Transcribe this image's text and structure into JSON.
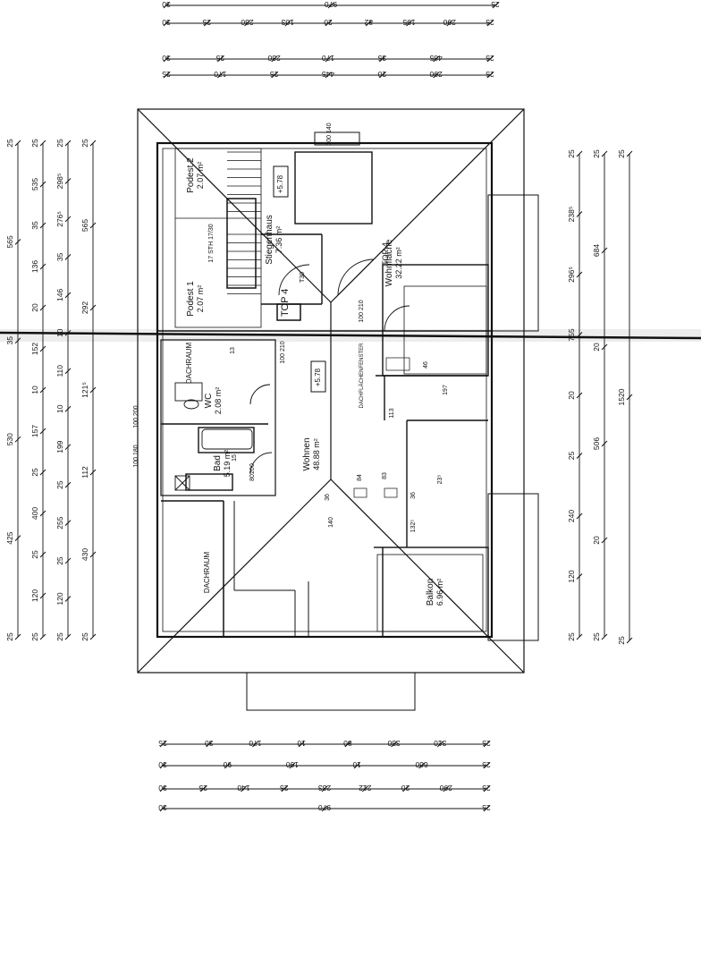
{
  "plan": {
    "top_label": "TOP 4",
    "top_label_right": "TOP 4",
    "rooms": [
      {
        "name": "Podest 2",
        "area": "2.07 m²"
      },
      {
        "name": "Podest 1",
        "area": "2.07 m²"
      },
      {
        "name": "Stiegenhaus",
        "area": "7.36 m²"
      },
      {
        "name": "Wohnen",
        "area": "48.88 m²"
      },
      {
        "name": "WC",
        "area": "2.08 m²"
      },
      {
        "name": "Bad",
        "area": "5.19 m²"
      },
      {
        "name": "Balkon",
        "area": "6.96 m²"
      },
      {
        "name": "DACHRAUM"
      },
      {
        "name": "DACHRAUM"
      },
      {
        "name": "Wohnfläche",
        "area": "32.22 m²"
      }
    ],
    "levels": [
      "+5.78",
      "+5.78"
    ],
    "stair_note": "17 STH 17/30",
    "openings": [
      "100 140",
      "100 210",
      "100 210",
      "100 200",
      "100 180",
      "100 180"
    ],
    "small_dims": [
      "T30",
      "46",
      "113",
      "197",
      "13",
      "83",
      "84",
      "23⁵",
      "36",
      "132⁵",
      "140",
      "36",
      "200",
      "80",
      "15"
    ],
    "dachflaechen_note": "DACHFLÄCHENFENSTER",
    "dims_top": [
      [
        "30",
        "970",
        "25"
      ],
      [
        "30",
        "25",
        "230",
        "103",
        "20",
        "82",
        "195",
        "290",
        "25"
      ],
      [
        "30",
        "25",
        "230",
        "170",
        "35",
        "485",
        "25"
      ],
      [
        "25",
        "170",
        "25",
        "445",
        "20",
        "290",
        "25"
      ]
    ],
    "dims_left": [
      [
        "25",
        "565",
        "35",
        "530",
        "425",
        "25"
      ],
      [
        "25",
        "535",
        "35",
        "136",
        "20",
        "152",
        "10",
        "157",
        "25",
        "400",
        "25",
        "120",
        "25"
      ],
      [
        "25",
        "298⁵",
        "276⁵",
        "35",
        "146",
        "10",
        "110",
        "10",
        "199",
        "25",
        "255",
        "25",
        "120",
        "25"
      ],
      [
        "25",
        "565",
        "292",
        "121⁵",
        "112",
        "430",
        "25"
      ]
    ],
    "dims_right": [
      [
        "25",
        "238⁵",
        "296⁵",
        "755",
        "20",
        "25",
        "240",
        "120",
        "25"
      ],
      [
        "25",
        "684",
        "20",
        "506",
        "20",
        "25"
      ],
      [
        "25",
        "1520",
        "25"
      ]
    ],
    "dims_bottom": [
      [
        "25",
        "30",
        "170",
        "10",
        "80",
        "350",
        "310",
        "25"
      ],
      [
        "30",
        "90",
        "190",
        "10",
        "660",
        "25"
      ],
      [
        "30",
        "25",
        "140",
        "25",
        "233",
        "212",
        "20",
        "290",
        "25"
      ],
      [
        "30",
        "970",
        "25"
      ]
    ]
  }
}
